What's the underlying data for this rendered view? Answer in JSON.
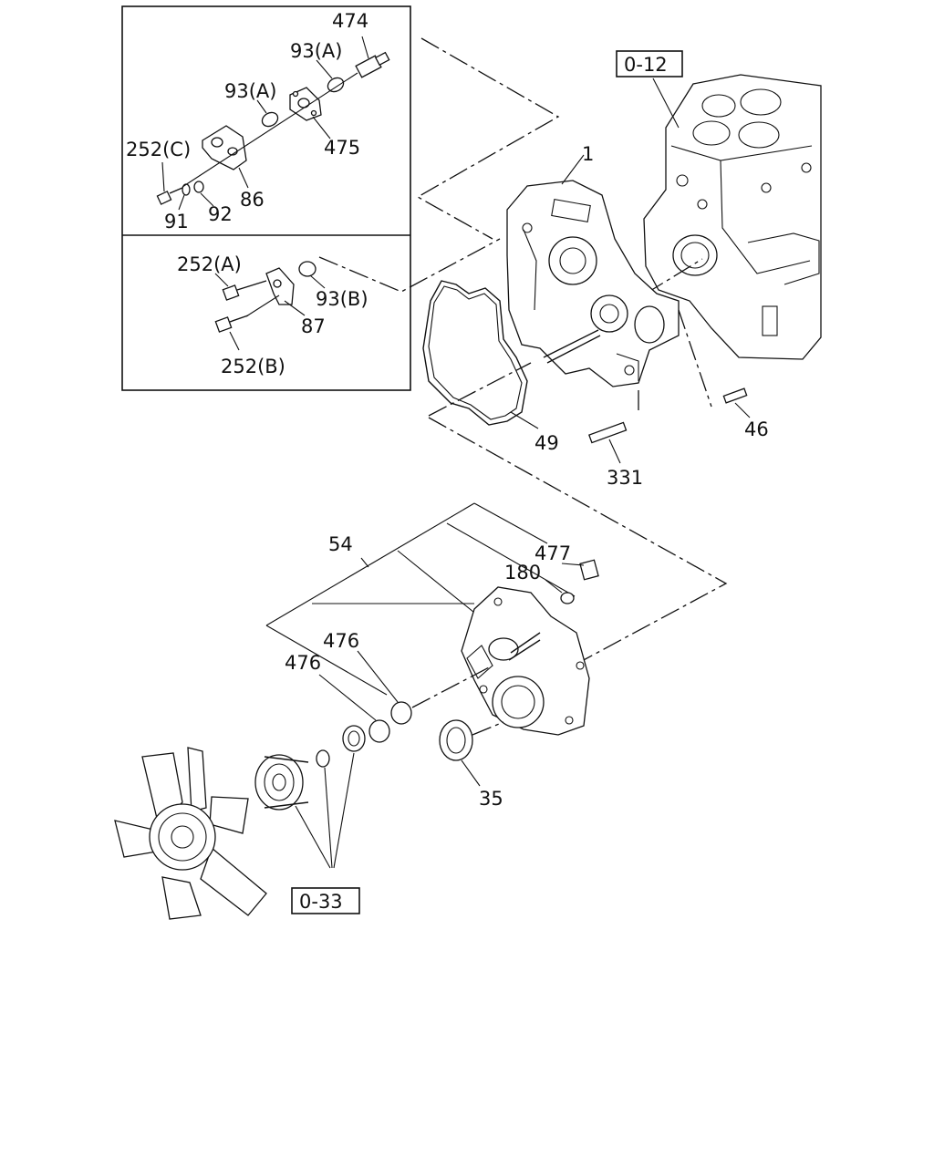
{
  "labels": {
    "p474": "474",
    "p93a_top": "93(A)",
    "p93a_mid": "93(A)",
    "p475": "475",
    "p252c": "252(C)",
    "p86": "86",
    "p91": "91",
    "p92": "92",
    "p252a": "252(A)",
    "p93b": "93(B)",
    "p87": "87",
    "p252b": "252(B)",
    "p1": "1",
    "p49": "49",
    "p331": "331",
    "p46": "46",
    "p54": "54",
    "p477": "477",
    "p180": "180",
    "p476_a": "476",
    "p476_b": "476",
    "p35": "35"
  },
  "refs": {
    "ref_0_12": "0-12",
    "ref_0_33": "0-33"
  }
}
